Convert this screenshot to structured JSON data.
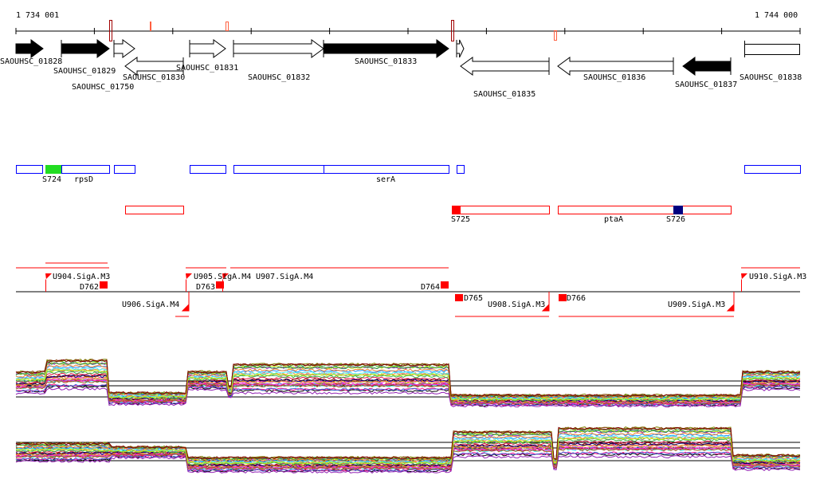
{
  "ruler": {
    "start_label": "1 734 001",
    "end_label": "1 744 000"
  },
  "genes": [
    "SAOUHSC_01828",
    "SAOUHSC_01829",
    "SAOUHSC_01830",
    "SAOUHSC_01750",
    "SAOUHSC_01831",
    "SAOUHSC_01832",
    "SAOUHSC_01833",
    "SAOUHSC_01835",
    "SAOUHSC_01836",
    "SAOUHSC_01837",
    "SAOUHSC_01838"
  ],
  "features": {
    "s724": "S724",
    "rpsD": "rpsD",
    "serA": "serA",
    "s725": "S725",
    "ptaA": "ptaA",
    "s726": "S726"
  },
  "promoters": {
    "u904": "U904.SigA.M3",
    "d762": "D762",
    "u905": "U905.SigA.M4",
    "u907": "U907.SigA.M4",
    "d763": "D763",
    "d764": "D764",
    "u906": "U906.SigA.M4",
    "d765": "D765",
    "u908": "U908.SigA.M3",
    "d766": "D766",
    "u909": "U909.SigA.M3",
    "u910": "U910.SigA.M3"
  },
  "colors": {
    "red": "#ff0000",
    "blue": "#0000ff",
    "green": "#22dd22",
    "navy": "#000080"
  }
}
